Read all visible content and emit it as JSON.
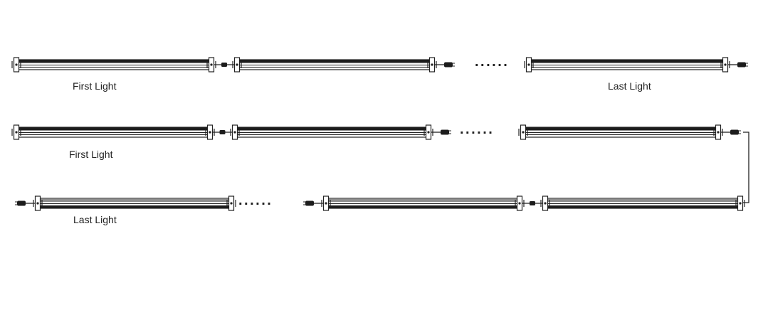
{
  "diagram": {
    "labels": {
      "row1_first": "First Light",
      "row1_last": "Last Light",
      "row2_first": "First Light",
      "row3_last": "Last Light"
    },
    "ellipsis": "......",
    "colors": {
      "stroke": "#222222",
      "dark_band": "#1c1c1c",
      "light_band": "#8f8f8f",
      "background": "#ffffff"
    }
  }
}
